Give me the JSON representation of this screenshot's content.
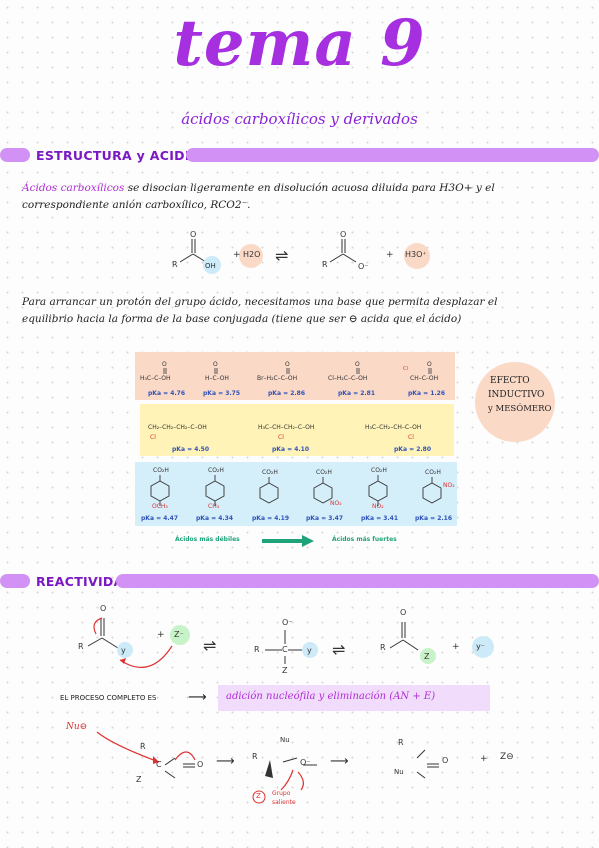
{
  "header": {
    "title": "tema 9",
    "subtitle": "ácidos carboxílicos y derivados"
  },
  "sections": {
    "structure": "ESTRUCTURA y ACIDEZ",
    "reactivity": "REACTIVIDAD"
  },
  "intro": {
    "term": "Ácidos carboxílicos",
    "line1_rest": "se disocian ligeramente en disolución acuosa diluida para H3O+ y el",
    "line2": "correspondiente anión carboxílico, RCO2⁻."
  },
  "equilibrium": {
    "reactant_R": "R",
    "reactant_O": "O",
    "reactant_OH": "OH",
    "plus1": "+",
    "water": "H2O",
    "arrow": "⇌",
    "product_R": "R",
    "product_O": "O",
    "product_Ominus": "O⁻",
    "plus2": "+",
    "hydronium": "H3O⁺"
  },
  "paragraph": {
    "line1": "Para arrancar un protón del grupo ácido, necesitamos una base que permita desplazar el",
    "line2": "equilibrio hacia la forma de la base conjugada (tiene que ser ⊖ acida que el ácido)"
  },
  "acidity_table": {
    "row1": [
      {
        "formula": "H₃C–C–OH",
        "pka": "pKa = 4.76"
      },
      {
        "formula": "H–C–OH",
        "pka": "pKa = 3.75"
      },
      {
        "formula": "Br–H₂C–C–OH",
        "pka": "pKa = 2.86"
      },
      {
        "formula": "Cl–H₂C–C–OH",
        "pka": "pKa = 2.81"
      },
      {
        "formula": "CH–C–OH",
        "pka": "pKa = 1.26"
      }
    ],
    "row2": [
      {
        "formula": "CH₂–CH₂–CH₂–C–OH",
        "sub": "Cl",
        "pka": "pKa = 4.50"
      },
      {
        "formula": "H₃C–CH–CH₂–C–OH",
        "sub": "Cl",
        "pka": "pKa = 4.10"
      },
      {
        "formula": "H₃C–CH₂–CH–C–OH",
        "sub": "Cl",
        "pka": "pKa = 2.80"
      }
    ],
    "row3": [
      {
        "top": "CO₂H",
        "sub": "OCH₃",
        "pka": "pKa = 4.47"
      },
      {
        "top": "CO₂H",
        "sub": "CH₃",
        "pka": "pKa = 4.34"
      },
      {
        "top": "CO₂H",
        "sub": "",
        "pka": "pKa = 4.19"
      },
      {
        "top": "CO₂H",
        "sub": "NO₂",
        "pka": "pKa = 3.47"
      },
      {
        "top": "CO₂H",
        "sub": "NO₂",
        "pka": "pKa = 3.41"
      },
      {
        "top": "CO₂H",
        "sub": "NO₂",
        "pka": "pKa = 2.16"
      }
    ],
    "weaker": "Ácidos más débiles",
    "stronger": "Ácidos más fuertes"
  },
  "effect_note": {
    "line1": "EFECTO",
    "line2": "INDUCTIVO",
    "line3": "y MESÓMERO"
  },
  "reaction1": {
    "O": "O",
    "R": "R",
    "C": "C",
    "Y": "y",
    "plus": "+",
    "Z": "Z⁻",
    "eq": "⇌",
    "int_O": "O⁻",
    "int_R": "R",
    "int_C": "C",
    "int_Z": "Z",
    "int_Y": "y",
    "eq2": "⇌",
    "prod_O": "O",
    "prod_R": "R",
    "prod_Z": "Z",
    "plus2": "+",
    "leaving": "y⁻"
  },
  "process": {
    "label": "EL PROCESO COMPLETO ES",
    "arrow": "⟶",
    "result": "adición nucleófila y eliminación (AN + E)"
  },
  "mechanism": {
    "nu": "Nu⊖",
    "R": "R",
    "Z": "Z",
    "C": "C",
    "O": "O",
    "arrow1": "⟶",
    "mid_R": "R",
    "mid_Nu": "Nu",
    "mid_O": "O⁻",
    "arrow2": "⟶",
    "prod_R": "R",
    "prod_Nu": "Nu",
    "prod_O": "O",
    "plus": "+",
    "z_minus": "Z⊖",
    "leaving_symbol": "Z",
    "leaving_line1": "Grupo",
    "leaving_line2": "saliente"
  },
  "colors": {
    "title": "#a62fe0",
    "bar": "#d291f5",
    "peach": "#fbd9c7",
    "yellow": "#fff3b8",
    "blue": "#d4eefa",
    "green_arrow": "#1fa37a",
    "red": "#d33333"
  }
}
